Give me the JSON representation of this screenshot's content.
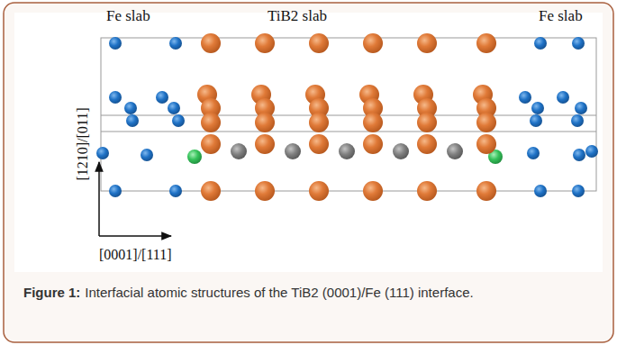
{
  "diagram": {
    "caption": "Interfacial atomic structures of the TiB2 (0001)/Fe (111) interface.",
    "labels": [
      "Fe slab",
      "TiB2 slab",
      "Fe slab",
      "[1210]/[011]",
      "[0001]/[111]",
      "Figure 1:"
    ]
  }
}
